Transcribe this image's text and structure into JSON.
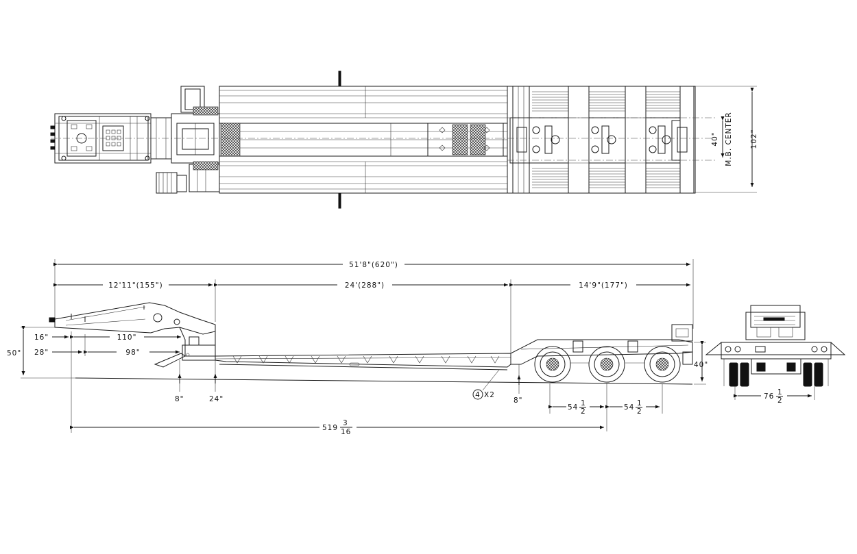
{
  "dimensions": {
    "overall_length": "51'8\"(620\")",
    "gooseneck_length": "12'11\"(155\")",
    "deck_length": "24'(288\")",
    "rear_length": "14'9\"(177\")",
    "gn_16": "16\"",
    "gn_110": "110\"",
    "gn_28": "28\"",
    "gn_98": "98\"",
    "gn_50": "50\"",
    "low_8_front": "8\"",
    "low_24": "24\"",
    "rear_8": "8\"",
    "rear_40": "40\"",
    "axle_sp1_whole": "54",
    "axle_sp2_whole": "54",
    "frac_num": "1",
    "frac_den": "2",
    "kingpin_whole": "519",
    "kingpin_num": "3",
    "kingpin_den": "16",
    "width_102": "102\"",
    "mb_40": "40\"",
    "mb_center": "M.B. CENTER",
    "rear_76_whole": "76",
    "callout_num": "4",
    "callout_x": "X2"
  }
}
